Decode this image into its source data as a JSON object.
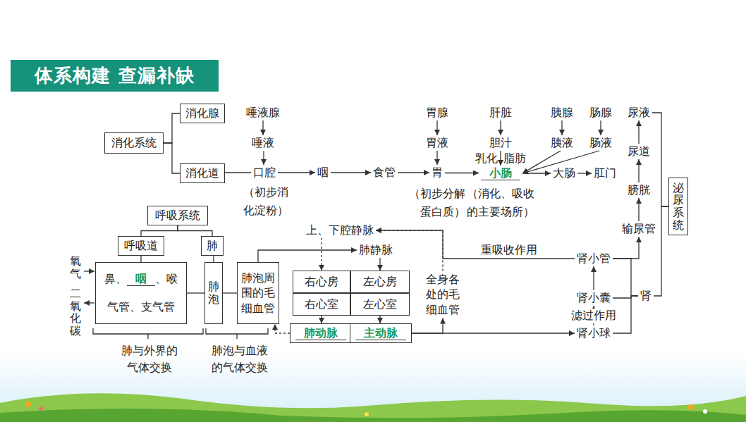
{
  "diagram": {
    "title": "体系构建 查漏补缺",
    "nodes": [
      {
        "text": [
          "消化系统"
        ]
      },
      {
        "text": [
          "消化腺"
        ]
      },
      {
        "text": [
          "消化道"
        ]
      },
      {
        "text": [
          "唾液腺"
        ]
      },
      {
        "text": [
          "唾液"
        ]
      },
      {
        "text": [
          "口腔"
        ]
      },
      {
        "text": [
          "咽"
        ]
      },
      {
        "text": [
          "食管"
        ]
      },
      {
        "text": [
          "胃"
        ]
      },
      {
        "text": [
          "胃腺"
        ]
      },
      {
        "text": [
          "胃液"
        ]
      },
      {
        "text": [
          "肝脏"
        ]
      },
      {
        "text": [
          "胆汁"
        ]
      },
      {
        "text": [
          "小肠"
        ]
      },
      {
        "text": [
          "胰腺"
        ]
      },
      {
        "text": [
          "胰液"
        ]
      },
      {
        "text": [
          "肠腺"
        ]
      },
      {
        "text": [
          "肠液"
        ]
      },
      {
        "text": [
          "大肠"
        ]
      },
      {
        "text": [
          "肛门"
        ]
      },
      {
        "text": [
          "尿液"
        ]
      },
      {
        "text": [
          "尿道"
        ]
      },
      {
        "text": [
          "膀胱"
        ]
      },
      {
        "text": [
          "输尿管"
        ]
      },
      {
        "text": [
          "泌尿系统"
        ]
      },
      {
        "text": [
          "肾"
        ]
      },
      {
        "text": [
          "肾小管"
        ]
      },
      {
        "text": [
          "肾小囊"
        ]
      },
      {
        "text": [
          "肾小球"
        ]
      },
      {
        "text": [
          "呼吸系统"
        ]
      },
      {
        "text": [
          "呼吸道"
        ]
      },
      {
        "text": [
          "肺"
        ]
      },
      {
        "text": [
          "鼻、",
          "咽",
          "、喉",
          "气管、支气管"
        ]
      },
      {
        "text": [
          "肺泡"
        ]
      },
      {
        "text": [
          "肺泡周 围的毛 细血管"
        ]
      },
      {
        "text": [
          "上、下腔静脉"
        ]
      },
      {
        "text": [
          "肺静脉"
        ]
      },
      {
        "text": [
          "右心房"
        ]
      },
      {
        "text": [
          "左心房"
        ]
      },
      {
        "text": [
          "右心室"
        ]
      },
      {
        "text": [
          "左心室"
        ]
      },
      {
        "text": [
          "肺动脉"
        ]
      },
      {
        "text": [
          "主动脉"
        ]
      },
      {
        "text": [
          "全身各 处的毛 细血管"
        ]
      }
    ],
    "edges": [
      {
        "from": 0,
        "to": 1,
        "arrow": "none"
      },
      {
        "from": 0,
        "to": 2,
        "arrow": "none"
      },
      {
        "from": 3,
        "to": 4,
        "arrow": "to"
      },
      {
        "from": 4,
        "to": 5,
        "arrow": "to"
      },
      {
        "from": 2,
        "to": 5,
        "arrow": "none"
      },
      {
        "from": 5,
        "to": 6,
        "arrow": "to"
      },
      {
        "from": 6,
        "to": 7,
        "arrow": "to"
      },
      {
        "from": 7,
        "to": 8,
        "arrow": "to"
      },
      {
        "from": 8,
        "to": 13,
        "arrow": "to"
      },
      {
        "from": 13,
        "to": 18,
        "arrow": "to"
      },
      {
        "from": 18,
        "to": 19,
        "arrow": "to"
      },
      {
        "from": 9,
        "to": 10,
        "arrow": "to"
      },
      {
        "from": 10,
        "to": 8,
        "arrow": "to"
      },
      {
        "from": 11,
        "to": 12,
        "arrow": "to"
      },
      {
        "from": 12,
        "to": 13,
        "arrow": "to"
      },
      {
        "from": 14,
        "to": 15,
        "arrow": "to"
      },
      {
        "from": 15,
        "to": 13,
        "arrow": "to"
      },
      {
        "from": 16,
        "to": 17,
        "arrow": "to"
      },
      {
        "from": 17,
        "to": 13,
        "arrow": "to"
      },
      {
        "from": 24,
        "to": 20,
        "arrow": "none"
      },
      {
        "from": 24,
        "to": 25,
        "arrow": "none"
      },
      {
        "from": 21,
        "to": 20,
        "arrow": "to"
      },
      {
        "from": 22,
        "to": 21,
        "arrow": "to"
      },
      {
        "from": 23,
        "to": 22,
        "arrow": "to"
      },
      {
        "from": 26,
        "to": 23,
        "arrow": "to"
      },
      {
        "from": 25,
        "to": 26,
        "arrow": "none"
      },
      {
        "from": 25,
        "to": 27,
        "arrow": "none"
      },
      {
        "from": 25,
        "to": 28,
        "arrow": "none"
      },
      {
        "from": 28,
        "to": 27,
        "arrow": "to",
        "label": "滤过作用"
      },
      {
        "from": 27,
        "to": 26,
        "arrow": "to"
      },
      {
        "from": 26,
        "to": 35,
        "arrow": "to",
        "label": "重吸收作用"
      },
      {
        "from": 43,
        "to": 35,
        "arrow": "to"
      },
      {
        "from": 42,
        "to": 43,
        "arrow": "to"
      },
      {
        "from": 42,
        "to": 28,
        "arrow": "to"
      },
      {
        "from": 35,
        "to": 37,
        "arrow": "to"
      },
      {
        "from": 36,
        "to": 38,
        "arrow": "to"
      },
      {
        "from": 37,
        "to": 39,
        "arrow": "to"
      },
      {
        "from": 38,
        "to": 40,
        "arrow": "to"
      },
      {
        "from": 39,
        "to": 41,
        "arrow": "to"
      },
      {
        "from": 40,
        "to": 42,
        "arrow": "to"
      },
      {
        "from": 34,
        "to": 36,
        "arrow": "to"
      },
      {
        "from": 41,
        "to": 34,
        "arrow": "to"
      },
      {
        "from": 29,
        "to": 30,
        "arrow": "none"
      },
      {
        "from": 29,
        "to": 31,
        "arrow": "none"
      },
      {
        "from": 30,
        "to": 32,
        "arrow": "none"
      },
      {
        "from": 31,
        "to": 33,
        "arrow": "none"
      },
      {
        "from": 32,
        "to": 33,
        "arrow": "none"
      },
      {
        "from": 33,
        "to": 34,
        "arrow": "none"
      }
    ],
    "labels": [
      "（初步消 化淀粉）",
      "乳化",
      "脂肪",
      "（初步分解 蛋白质）",
      "（消化、吸收 的主要场所）",
      "氧气",
      "二氧化碳",
      "肺与外界的 气体交换",
      "肺泡与血液 的气体交换"
    ]
  }
}
